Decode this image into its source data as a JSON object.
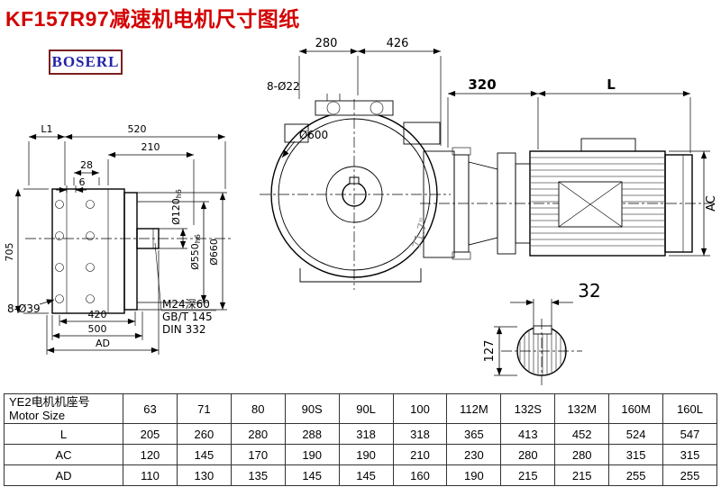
{
  "title": "KF157R97减速机电机尺寸图纸",
  "logo": "BOSERL",
  "drawing": {
    "front_view": {
      "dim_280": "280",
      "dim_426": "426",
      "bolt_note": "8-Ø22",
      "flange_dia": "Ø600",
      "watermark": "71.7\""
    },
    "motor_view": {
      "dim_320": "320",
      "dim_L": "L",
      "dim_AC": "AC"
    },
    "side_view": {
      "dim_L1": "L1",
      "dim_520": "520",
      "dim_210": "210",
      "dim_28": "28",
      "dim_6": "6",
      "dim_705": "705",
      "bolt_note": "8-Ø39",
      "dim_420": "420",
      "dim_500": "500",
      "dim_AD": "AD",
      "shaft_dia": "Ø120",
      "shaft_tol": "h6",
      "spigot_dia": "Ø550",
      "spigot_tol": "h6",
      "flange_dia": "Ø660",
      "tap_note": "M24深60",
      "std_note1": "GB/T 145",
      "std_note2": "DIN 332"
    },
    "section_view": {
      "dim_32": "32",
      "dim_127": "127"
    }
  },
  "table": {
    "header_cn": "YE2电机机座号",
    "header_en": "Motor Size",
    "sizes": [
      "63",
      "71",
      "80",
      "90S",
      "90L",
      "100",
      "112M",
      "132S",
      "132M",
      "160M",
      "160L"
    ],
    "rows": [
      {
        "label": "L",
        "values": [
          "205",
          "260",
          "280",
          "288",
          "318",
          "318",
          "365",
          "413",
          "452",
          "524",
          "547"
        ]
      },
      {
        "label": "AC",
        "values": [
          "120",
          "145",
          "170",
          "190",
          "190",
          "210",
          "230",
          "280",
          "280",
          "315",
          "315"
        ]
      },
      {
        "label": "AD",
        "values": [
          "110",
          "130",
          "135",
          "145",
          "145",
          "160",
          "190",
          "215",
          "215",
          "255",
          "255"
        ]
      }
    ]
  }
}
